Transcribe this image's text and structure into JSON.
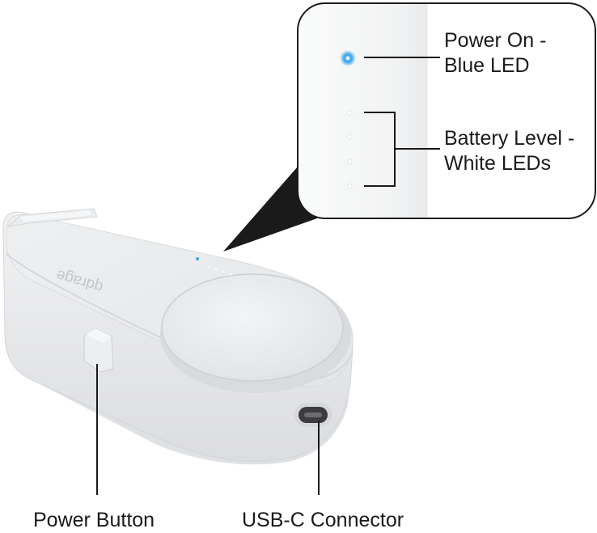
{
  "callouts": {
    "power_on_line1": "Power On -",
    "power_on_line2": "Blue LED",
    "battery_line1": "Battery Level -",
    "battery_line2": "White LEDs",
    "power_button": "Power Button",
    "usbc": "USB-C Connector"
  },
  "device": {
    "brand_text": "qdrage"
  },
  "colors": {
    "blue_led": "#3fa7ea",
    "white_led": "#ffffff",
    "callout_border": "#1c1c1c",
    "device_body": "#e7e8ea"
  },
  "leds": {
    "blue_count": 1,
    "white_count": 4
  }
}
